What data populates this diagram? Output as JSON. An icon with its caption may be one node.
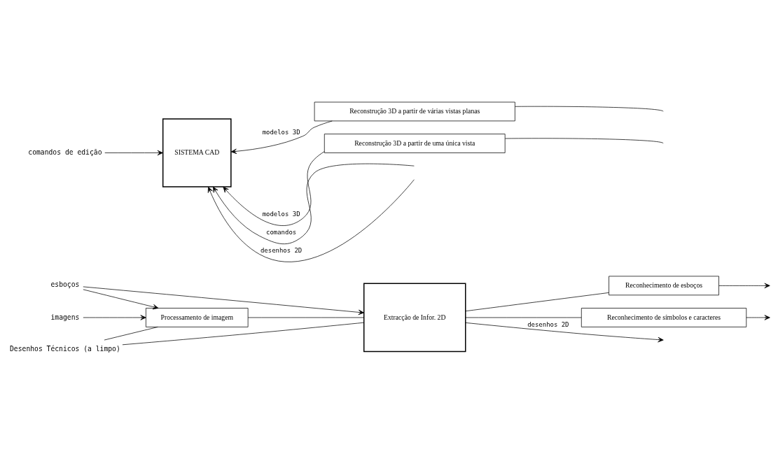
{
  "diagram": {
    "nodes": [
      {
        "text": [
          "Desenhos Técnicos (a limpo)"
        ]
      },
      {
        "text": [
          "esboços"
        ]
      },
      {
        "text": [
          "imagens"
        ]
      },
      {
        "text": [
          "Processamento de imagem"
        ]
      },
      {
        "text": [
          "Extracção de Infor. 2D"
        ]
      },
      {
        "text": [
          "Reconhecimento de esboços"
        ]
      },
      {
        "text": [
          "Reconhecimento de símbolos e caracteres"
        ]
      },
      {
        "text": [
          "comandos de edição"
        ]
      },
      {
        "text": [
          "SISTEMA CAD"
        ]
      },
      {
        "text": [
          "Reconstrução 3D a partir de várias vistas planas"
        ]
      },
      {
        "text": [
          "Reconstrução 3D a partir de uma única vista"
        ]
      }
    ],
    "edges": [
      {
        "from": 0,
        "to": 4,
        "arrow": "none"
      },
      {
        "from": 0,
        "to": 3,
        "arrow": "none"
      },
      {
        "from": 1,
        "to": 4,
        "arrow": "to"
      },
      {
        "from": 1,
        "to": 3,
        "arrow": "to"
      },
      {
        "from": 2,
        "to": 3,
        "arrow": "to"
      },
      {
        "from": 3,
        "to": 4,
        "arrow": "none"
      },
      {
        "from": 4,
        "to": null,
        "arrow": "to",
        "label": "desenhos 2D"
      },
      {
        "from": 4,
        "to": 5,
        "arrow": "none"
      },
      {
        "from": 5,
        "to": null,
        "arrow": "to"
      },
      {
        "from": 4,
        "to": 6,
        "arrow": "none"
      },
      {
        "from": 6,
        "to": null,
        "arrow": "to"
      },
      {
        "from": null,
        "to": 8,
        "arrow": "to",
        "label": "comandos"
      },
      {
        "from": null,
        "to": 8,
        "arrow": "to",
        "label": "desenhos 2D"
      },
      {
        "from": 9,
        "to": 8,
        "arrow": "to",
        "label": "modelos 3D"
      },
      {
        "from": null,
        "to": 9,
        "arrow": "none"
      },
      {
        "from": 10,
        "to": 8,
        "arrow": "to",
        "label": "modelos 3D"
      },
      {
        "from": null,
        "to": 10,
        "arrow": "none"
      },
      {
        "from": 7,
        "to": 8,
        "arrow": "to"
      }
    ]
  }
}
